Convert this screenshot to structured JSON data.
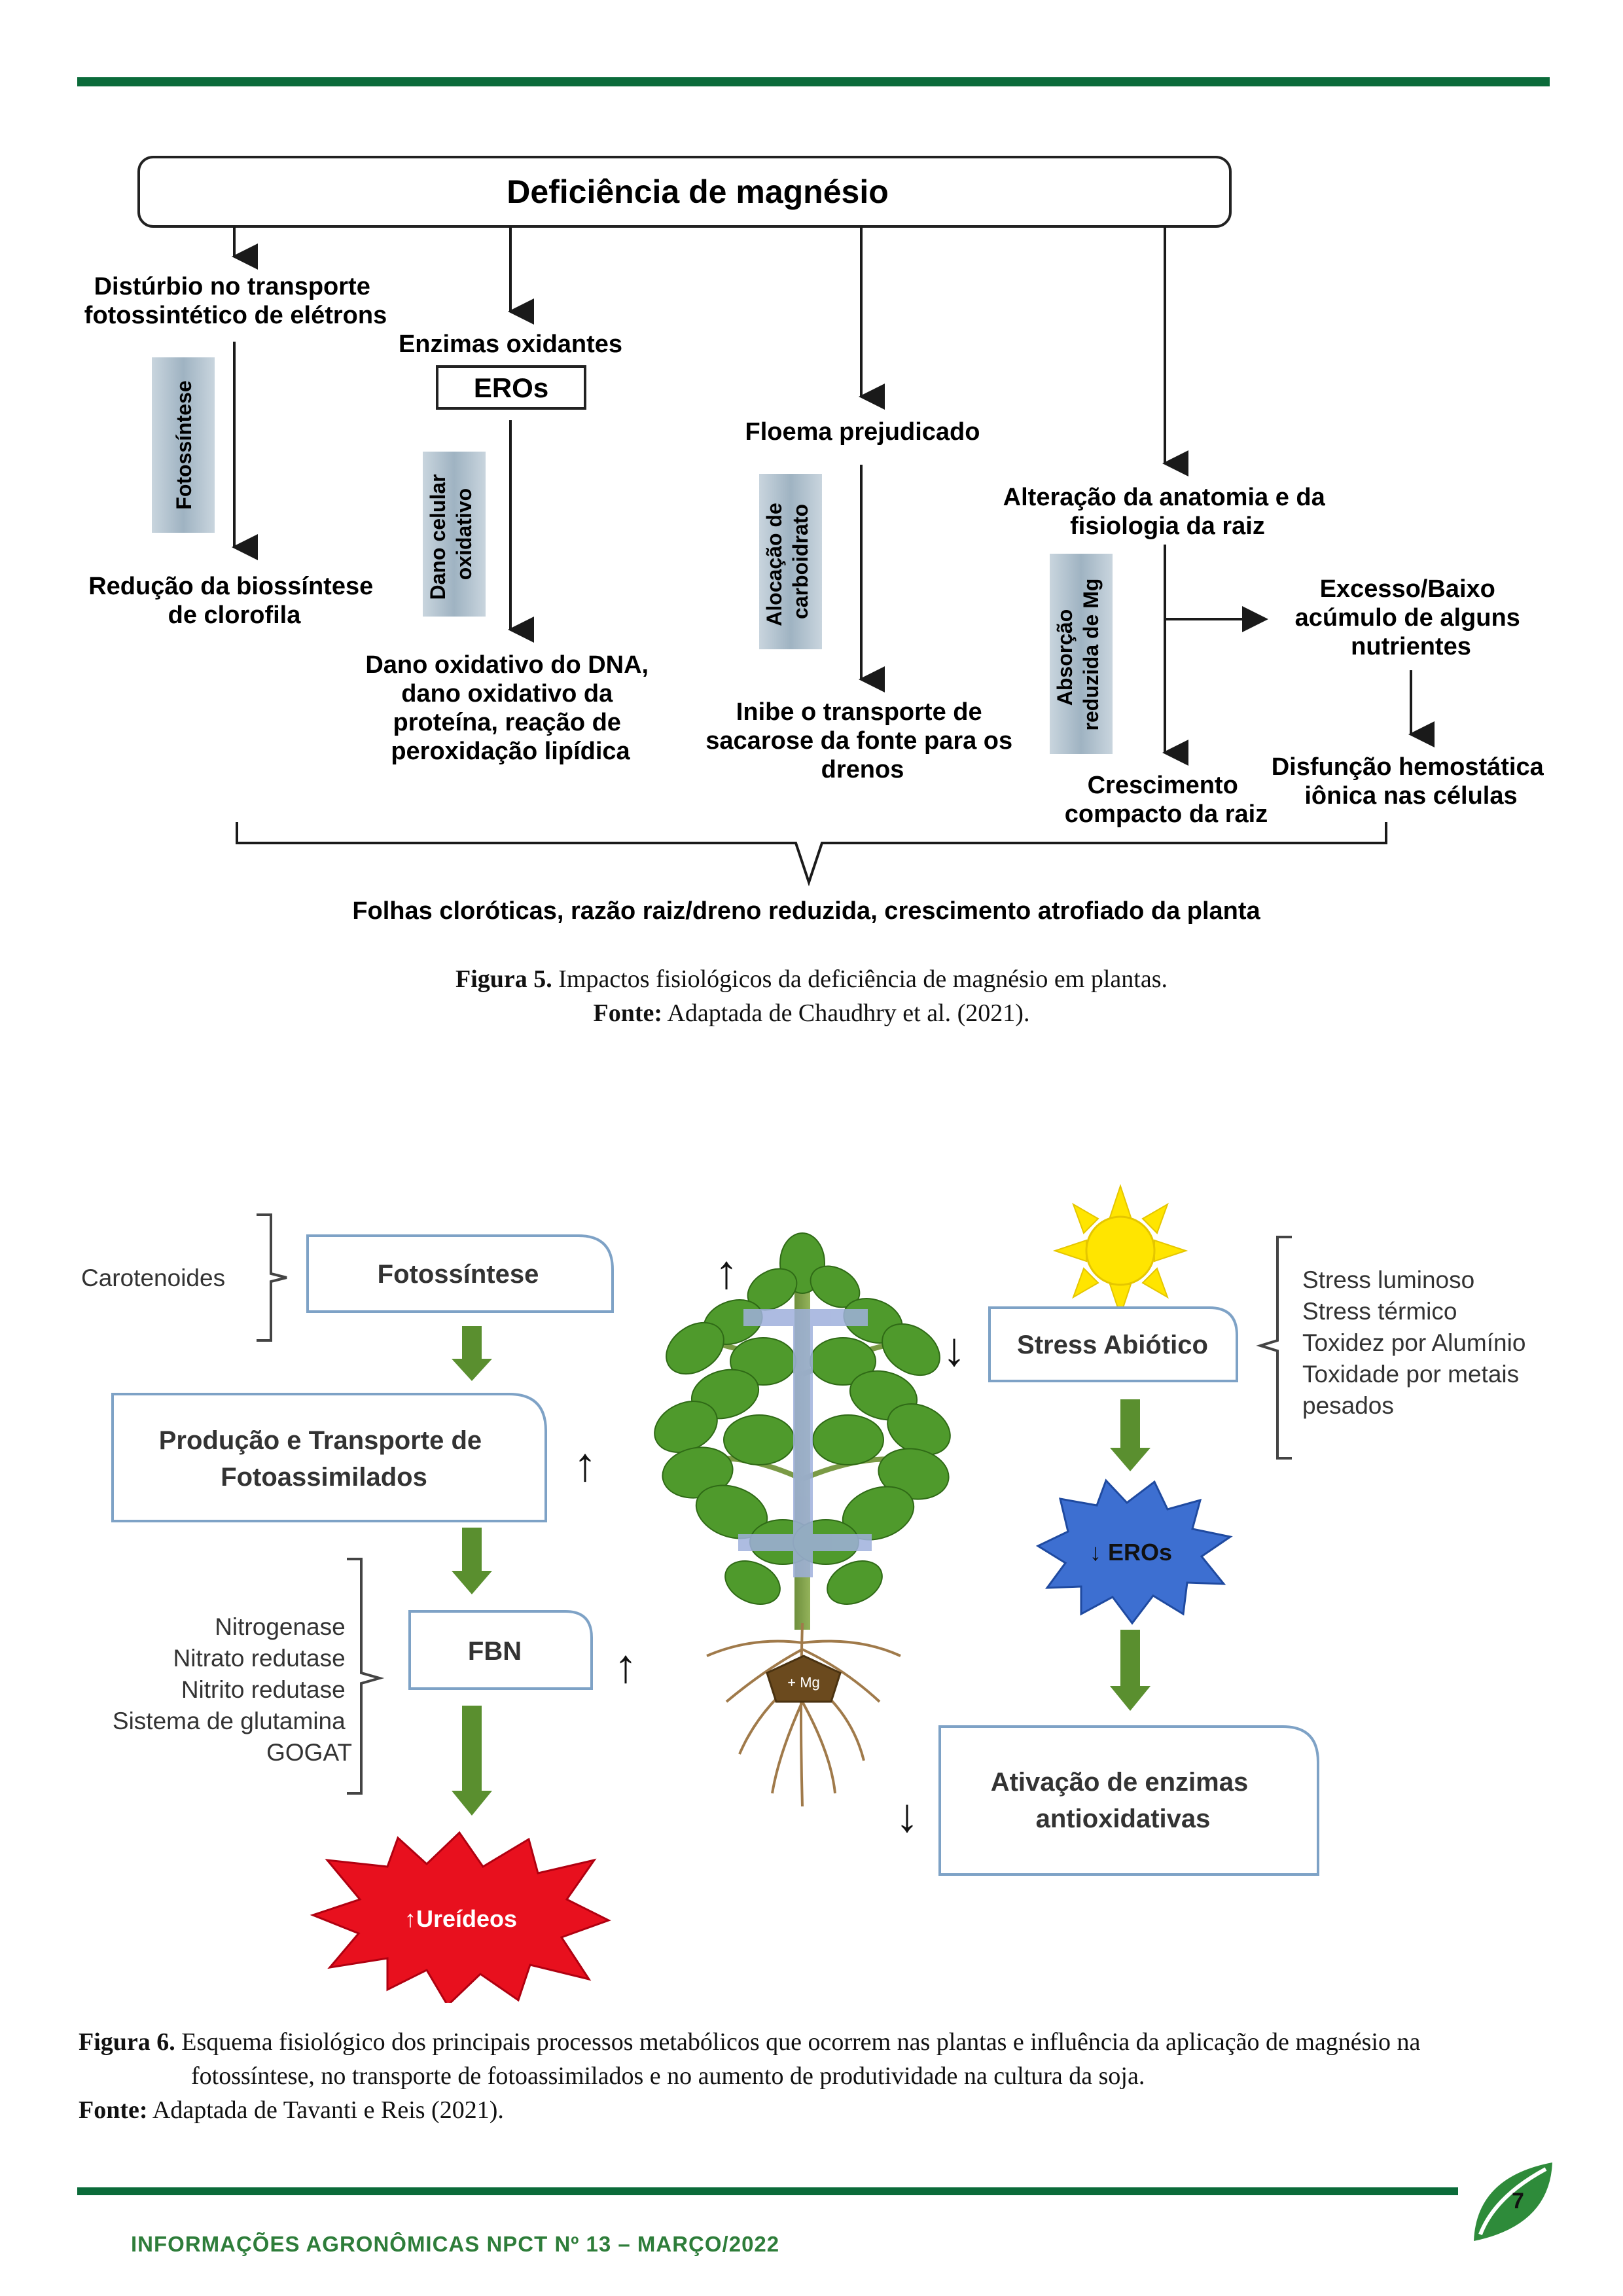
{
  "colors": {
    "brand_green": "#0b6b3a",
    "arrow_green": "#5a8f2f",
    "bar_blue": "#9fb3c2",
    "sun": "#ffe500",
    "burst_red": "#e8101e",
    "burst_blue": "#3d6fd1",
    "footer_text": "#2e7d3a"
  },
  "fig5": {
    "title": "Deficiência de magnésio",
    "col1_top": [
      "Distúrbio no transporte",
      "fotossintético de elétrons"
    ],
    "col1_bar": "Fotossíntese",
    "col1_bottom": [
      "Redução da biossíntese",
      "de clorofila"
    ],
    "col2_top": "Enzimas oxidantes",
    "col2_box": "EROs",
    "col2_bar": [
      "Dano celular",
      "oxidativo"
    ],
    "col2_bottom": [
      "Dano oxidativo do DNA,",
      "dano oxidativo da",
      "proteína, reação de",
      "peroxidação lipídica"
    ],
    "col3_top": "Floema prejudicado",
    "col3_bar": [
      "Alocação de",
      "carboidrato"
    ],
    "col3_bottom": [
      "Inibe o transporte de",
      "sacarose da fonte para os",
      "drenos"
    ],
    "col4_top": [
      "Alteração da anatomia e da",
      "fisiologia da raiz"
    ],
    "col4_bar": [
      "Absorção",
      "reduzida de Mg"
    ],
    "col4_side": [
      "Excesso/Baixo",
      "acúmulo de alguns",
      "nutrientes"
    ],
    "col4_bottom": [
      "Crescimento",
      "compacto da raiz"
    ],
    "col4_side_bottom": [
      "Disfunção hemostática",
      "iônica nas células"
    ],
    "conclusion": "Folhas cloróticas, razão raiz/dreno reduzida, crescimento atrofiado da planta",
    "caption_label": "Figura 5.",
    "caption_text": " Impactos fisiológicos da deficiência de magnésio em plantas.",
    "source_label": "Fonte:",
    "source_text": " Adaptada de Chaudhry et al. (2021)."
  },
  "fig6": {
    "carotenoides": "Carotenoides",
    "fotossintese": "Fotossíntese",
    "producao": [
      "Produção e Transporte de",
      "Fotoassimilados"
    ],
    "enzymes_list": [
      "Nitrogenase",
      "Nitrato redutase",
      "Nitrito redutase",
      "Sistema de glutamina",
      "GOGAT"
    ],
    "fbn": "FBN",
    "ureideos": "↑Ureídeos",
    "stress_box": "Stress Abiótico",
    "stress_list": [
      "Stress luminoso",
      "Stress térmico",
      "Toxidez por Alumínio",
      "Toxidade por metais",
      "pesados"
    ],
    "eros": "↓ EROs",
    "mg_label": "+ Mg",
    "ativacao": [
      "Ativação de enzimas",
      "antioxidativas"
    ],
    "up_arrow": "↑",
    "down_arrow": "↓",
    "caption_label": "Figura 6.",
    "caption_text": " Esquema fisiológico dos principais processos metabólicos que ocorrem nas plantas e influência da aplicação de magnésio na",
    "caption_text2": "fotossíntese, no transporte de fotoassimilados e no aumento de produtividade na cultura da soja.",
    "source_label": "Fonte:",
    "source_text": " Adaptada de Tavanti e Reis (2021)."
  },
  "footer": {
    "journal": "INFORMAÇÕES AGRONÔMICAS NPCT Nº 13 – MARÇO/2022",
    "page_number": "7"
  }
}
